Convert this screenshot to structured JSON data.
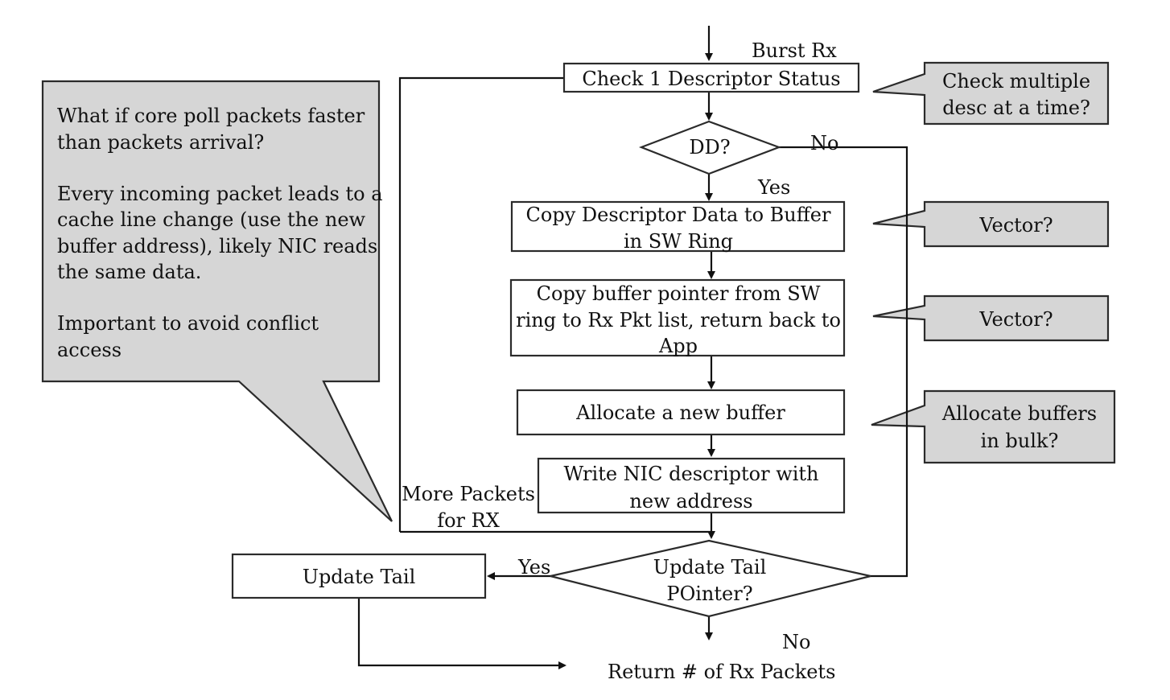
{
  "labels": {
    "burst_rx": "Burst Rx",
    "no_dd": "No",
    "yes_dd": "Yes",
    "yes_tail": "Yes",
    "no_tail": "No",
    "more_packets_1": "More Packets",
    "more_packets_2": "for RX",
    "return_packets": "Return # of Rx Packets"
  },
  "nodes": {
    "check_status": "Check 1 Descriptor Status",
    "dd": "DD?",
    "copy_desc_1": "Copy Descriptor Data to Buffer",
    "copy_desc_2": "in SW Ring",
    "copy_ptr_1": "Copy buffer pointer from SW",
    "copy_ptr_2": "ring to Rx Pkt list, return back to",
    "copy_ptr_3": "App",
    "allocate": "Allocate a new buffer",
    "write_desc_1": "Write NIC descriptor with",
    "write_desc_2": "new address",
    "update_tail_q_1": "Update Tail",
    "update_tail_q_2": "POinter?",
    "update_tail": "Update Tail"
  },
  "callouts": {
    "left": {
      "p1_l1": "What if core poll packets faster",
      "p1_l2": "than packets arrival?",
      "p2_l1": "Every incoming packet leads to a",
      "p2_l2": "cache line change (use the new",
      "p2_l3": "buffer address), likely NIC reads",
      "p2_l4": "the same data.",
      "p3_l1": "Important to avoid conflict",
      "p3_l2": "access"
    },
    "multi_desc_1": "Check multiple",
    "multi_desc_2": "desc at a time?",
    "vector_1": "Vector?",
    "vector_2": "Vector?",
    "bulk_1": "Allocate buffers",
    "bulk_2": "in bulk?"
  }
}
